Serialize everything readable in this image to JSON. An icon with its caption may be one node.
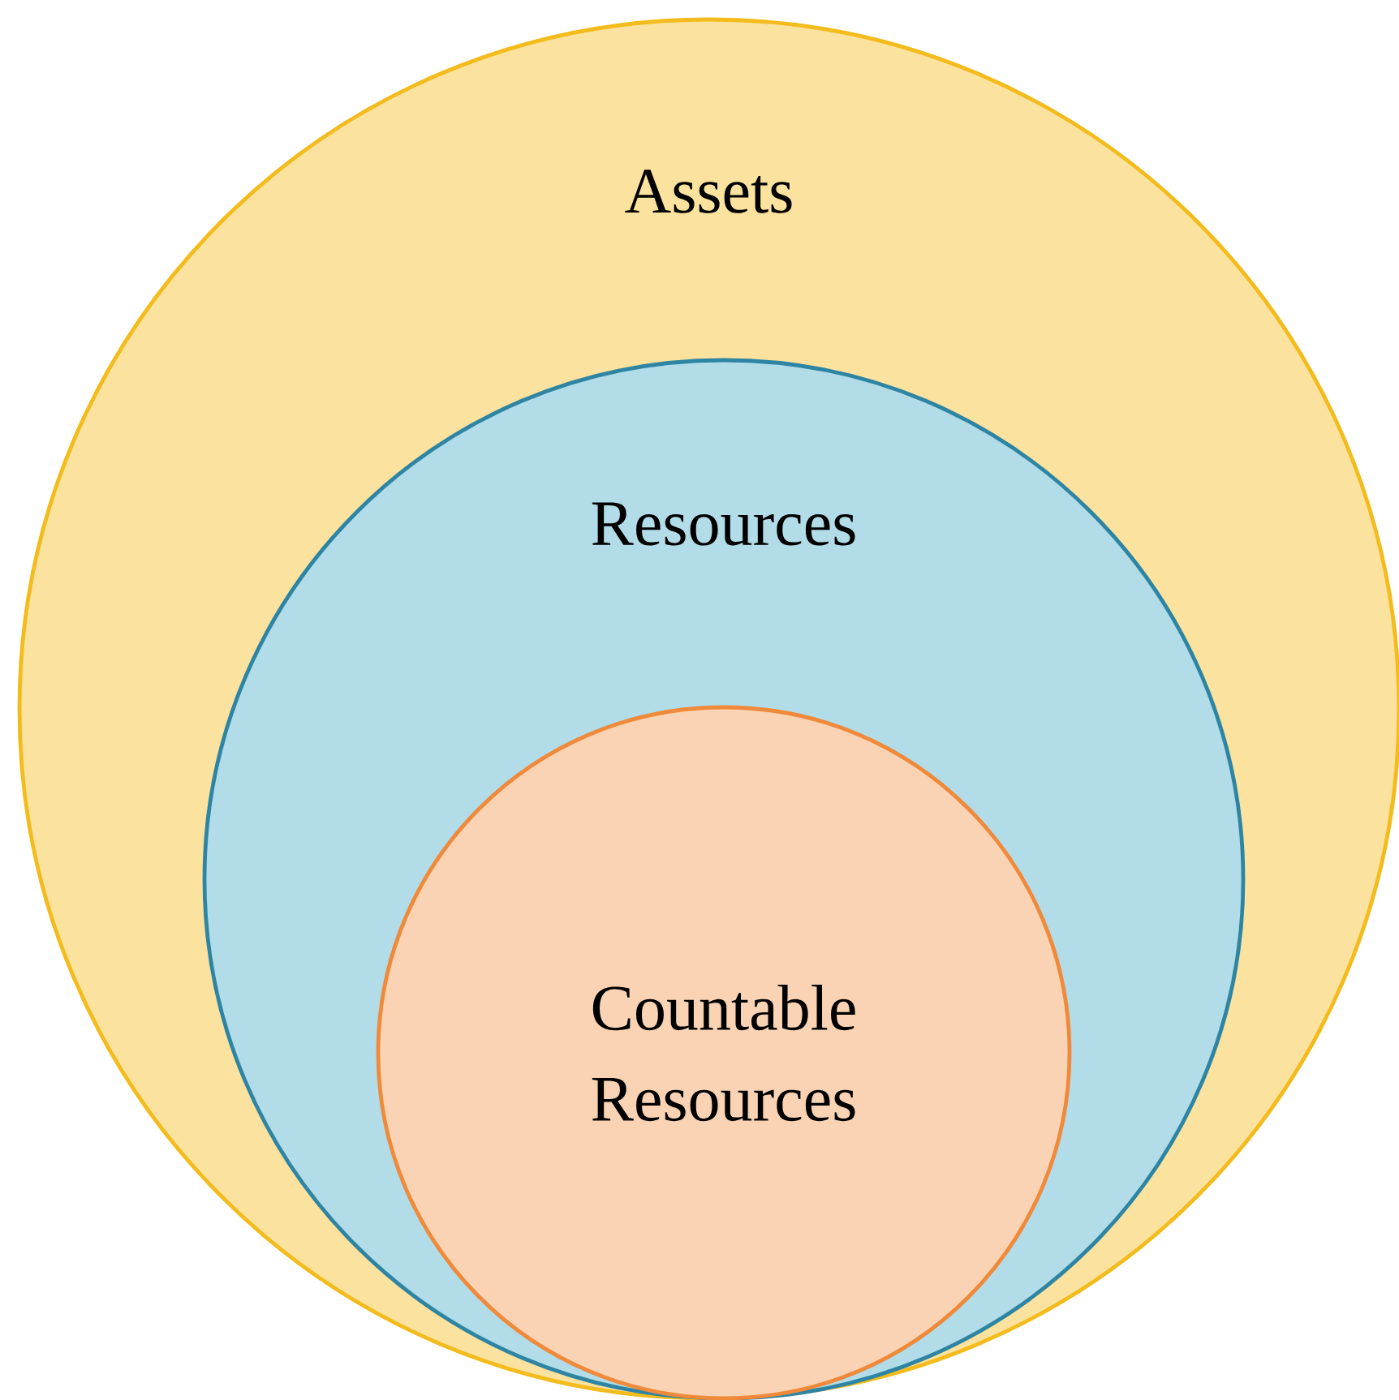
{
  "diagram": {
    "nodes": [
      {
        "text": [
          "Assets"
        ]
      },
      {
        "text": [
          "Resources"
        ],
        "in": 0
      },
      {
        "text": [
          "Countable Resources"
        ],
        "in": 1
      }
    ]
  }
}
